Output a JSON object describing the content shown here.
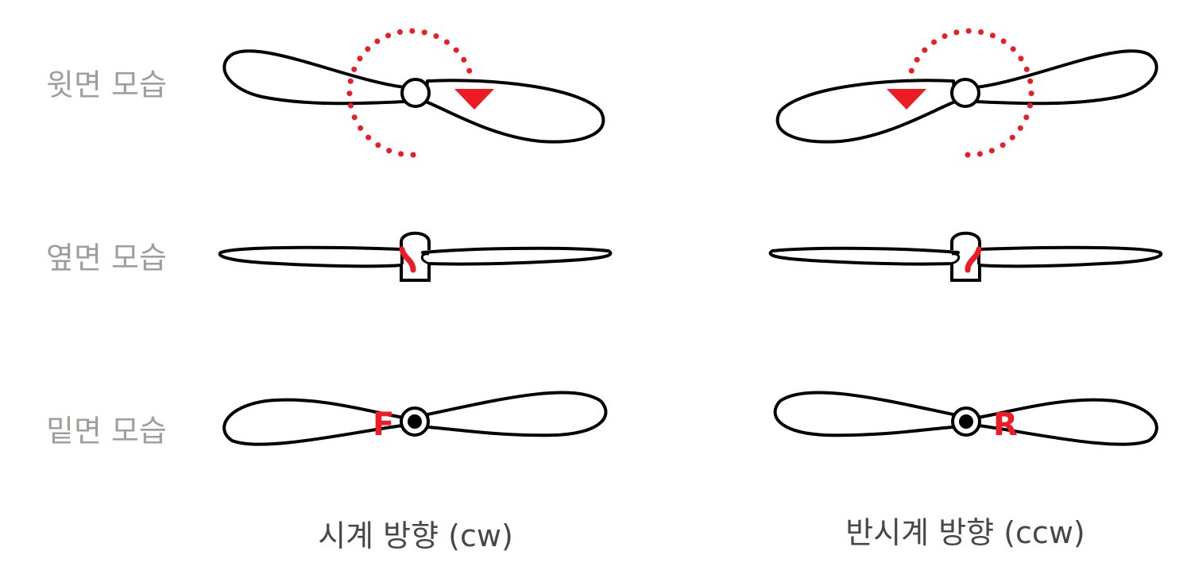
{
  "row_labels": {
    "top": "윗면 모습",
    "side": "옆면 모습",
    "bottom": "밑면 모습"
  },
  "captions": {
    "cw": "시계 방향 (cw)",
    "ccw": "반시계 방향 (ccw)"
  },
  "marks": {
    "cw": "F",
    "ccw": "R"
  },
  "colors": {
    "accent": "#ed1c24",
    "label": "#a09d9b",
    "caption": "#4a4645"
  }
}
